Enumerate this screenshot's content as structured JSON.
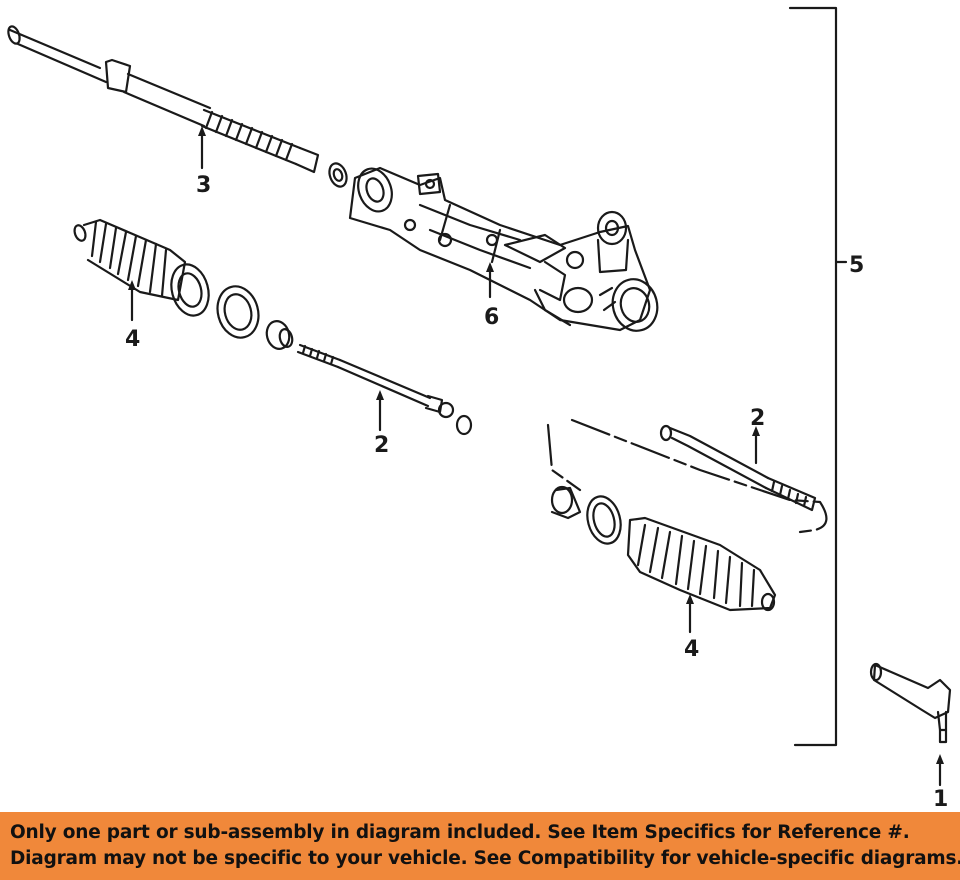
{
  "diagram": {
    "callouts": {
      "part_1": "1",
      "part_2_left": "2",
      "part_2_right": "2",
      "part_3": "3",
      "part_4_left": "4",
      "part_4_right": "4",
      "part_5": "5",
      "part_6": "6"
    },
    "colors": {
      "ink": "#1a1a1a",
      "background": "#ffffff"
    }
  },
  "banner": {
    "line1": "Only one part or sub-assembly in diagram included. See Item Specifics for Reference #.",
    "line2": "Diagram may not be specific to your vehicle. See Compatibility for vehicle-specific diagrams.",
    "background_color": "#f0883a"
  }
}
